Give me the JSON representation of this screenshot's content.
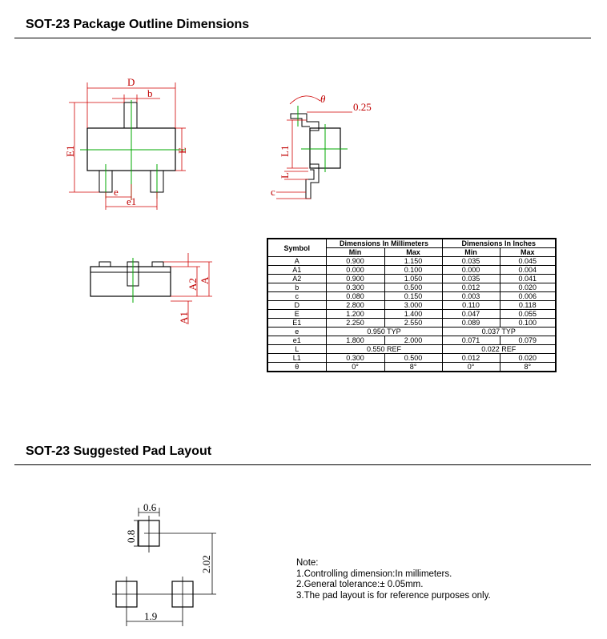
{
  "titles": {
    "outline": "SOT-23 Package Outline Dimensions",
    "pad": "SOT-23 Suggested Pad Layout"
  },
  "outline_labels": {
    "D": "D",
    "b": "b",
    "E1": "E1",
    "E": "E",
    "e": "e",
    "e1": "e1",
    "theta": "θ",
    "gauge": "0.25",
    "L1": "L1",
    "L": "L",
    "c": "c",
    "A2": "A2",
    "A": "A",
    "A1": "A1"
  },
  "table": {
    "symbol_header": "Symbol",
    "mm_header": "Dimensions In Millimeters",
    "in_header": "Dimensions In Inches",
    "min": "Min",
    "max": "Max",
    "rows": [
      {
        "sym": "A",
        "mm_min": "0.900",
        "mm_max": "1.150",
        "in_min": "0.035",
        "in_max": "0.045"
      },
      {
        "sym": "A1",
        "mm_min": "0.000",
        "mm_max": "0.100",
        "in_min": "0.000",
        "in_max": "0.004"
      },
      {
        "sym": "A2",
        "mm_min": "0.900",
        "mm_max": "1.050",
        "in_min": "0.035",
        "in_max": "0.041"
      },
      {
        "sym": "b",
        "mm_min": "0.300",
        "mm_max": "0.500",
        "in_min": "0.012",
        "in_max": "0.020"
      },
      {
        "sym": "c",
        "mm_min": "0.080",
        "mm_max": "0.150",
        "in_min": "0.003",
        "in_max": "0.006"
      },
      {
        "sym": "D",
        "mm_min": "2.800",
        "mm_max": "3.000",
        "in_min": "0.110",
        "in_max": "0.118"
      },
      {
        "sym": "E",
        "mm_min": "1.200",
        "mm_max": "1.400",
        "in_min": "0.047",
        "in_max": "0.055"
      },
      {
        "sym": "E1",
        "mm_min": "2.250",
        "mm_max": "2.550",
        "in_min": "0.089",
        "in_max": "0.100"
      },
      {
        "sym": "e",
        "mm_typ": "0.950 TYP",
        "in_typ": "0.037 TYP"
      },
      {
        "sym": "e1",
        "mm_min": "1.800",
        "mm_max": "2.000",
        "in_min": "0.071",
        "in_max": "0.079"
      },
      {
        "sym": "L",
        "mm_typ": "0.550 REF",
        "in_typ": "0.022 REF"
      },
      {
        "sym": "L1",
        "mm_min": "0.300",
        "mm_max": "0.500",
        "in_min": "0.012",
        "in_max": "0.020"
      },
      {
        "sym": "θ",
        "mm_min": "0°",
        "mm_max": "8°",
        "in_min": "0°",
        "in_max": "8°"
      }
    ]
  },
  "pad_labels": {
    "w": "0.6",
    "h": "0.8",
    "pitch_y": "2.02",
    "pitch_x": "1.9"
  },
  "notes": {
    "heading": "Note:",
    "line1": "1.Controlling dimension:In millimeters.",
    "line2": "2.General tolerance:± 0.05mm.",
    "line3": "3.The pad layout is for reference purposes only."
  }
}
